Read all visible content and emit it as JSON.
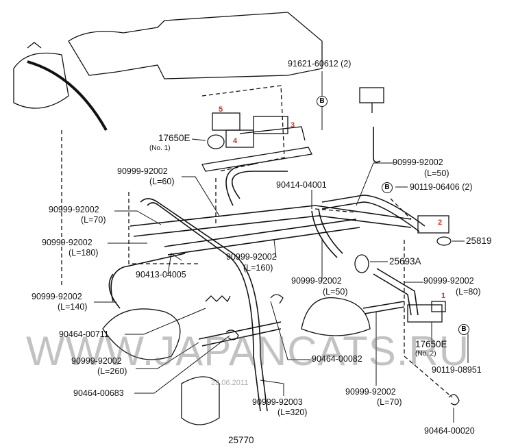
{
  "diagram": {
    "top_callouts": {
      "part_91621": "91621-60612 (2)",
      "b_marker": "B"
    },
    "valve_no1": {
      "part": "17650E",
      "note": "(No. 1)",
      "markers": [
        "5",
        "3",
        "4"
      ]
    },
    "valve_no2": {
      "part": "17650E",
      "note": "(No. 2)",
      "marker": "1"
    },
    "vsv_right": {
      "marker": "2",
      "part": "25819"
    },
    "hoses": [
      {
        "part": "90999-92002",
        "length": "(L=60)"
      },
      {
        "part": "90999-92002",
        "length": "(L=50)"
      },
      {
        "part": "90999-92002",
        "length": "(L=70)"
      },
      {
        "part": "90999-92002",
        "length": "(L=180)"
      },
      {
        "part": "90999-92002",
        "length": "(L=160)"
      },
      {
        "part": "90999-92002",
        "length": "(L=50)"
      },
      {
        "part": "90999-92002",
        "length": "(L=80)"
      },
      {
        "part": "90999-92002",
        "length": "(L=140)"
      },
      {
        "part": "90999-92002",
        "length": "(L=260)"
      },
      {
        "part": "90999-92002",
        "length": "(L=70)"
      },
      {
        "part": "90999-92003",
        "length": "(L=320)"
      }
    ],
    "parts": {
      "p90414": "90414-04001",
      "p90119_06406": "90119-06406 (2)",
      "p25693A": "25693A",
      "p90413": "90413-04005",
      "p90464_00711": "90464-00711",
      "p90464_00082": "90464-00082",
      "p90119_08951": "90119-08951",
      "p90464_00683": "90464-00683",
      "p90464_00020": "90464-00020",
      "p25770": "25770"
    },
    "b_markers": [
      "B",
      "B"
    ],
    "watermark": "WWW.JAPANCATS.RU",
    "watermark_date": "28.06.2011",
    "colors": {
      "line": "#111111",
      "marker_red": "#c0392b",
      "watermark": "#8a8a8a"
    }
  }
}
